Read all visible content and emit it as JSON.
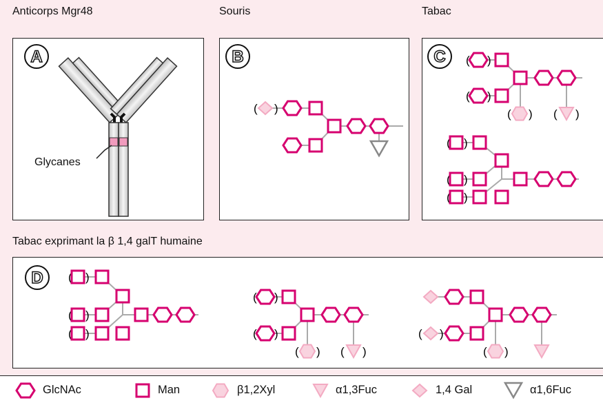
{
  "panels": {
    "a": {
      "title": "Anticorps Mgr48",
      "letter": "A",
      "glycan_label": "Glycanes"
    },
    "b": {
      "title": "Souris",
      "letter": "B"
    },
    "c": {
      "title": "Tabac",
      "letter": "C"
    },
    "d": {
      "title": "Tabac exprimant la β 1,4 galT humaine",
      "letter": "D"
    }
  },
  "legend": {
    "items": [
      {
        "symbol": "hexagon",
        "label": "GlcNAc"
      },
      {
        "symbol": "square",
        "label": "Man"
      },
      {
        "symbol": "hexagon-pale",
        "label": "β1,2Xyl"
      },
      {
        "symbol": "triangle-pale",
        "label": "α1,3Fuc"
      },
      {
        "symbol": "diamond-pale",
        "label": "1,4 Gal"
      },
      {
        "symbol": "triangle-grey",
        "label": "α1,6Fuc"
      }
    ]
  },
  "colors": {
    "background": "#fcebee",
    "magenta": "#d6006f",
    "pale_pink": "#f5b5ca",
    "grey": "#888888",
    "linkage": "#aaaaaa"
  }
}
